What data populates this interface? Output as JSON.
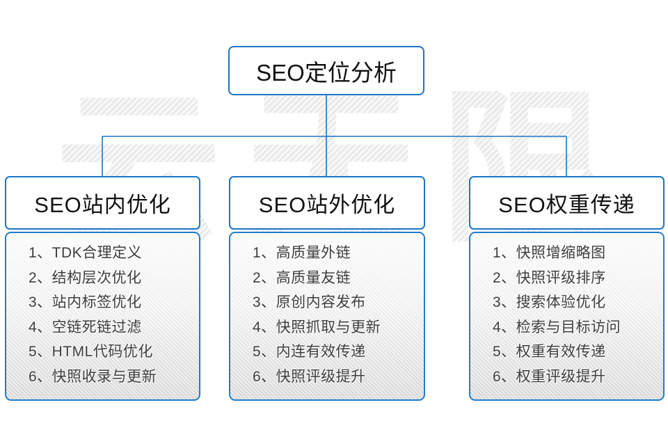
{
  "accent_color": "#1b74c4",
  "watermark_text": "云无限",
  "root": {
    "title": "SEO定位分析"
  },
  "branches": [
    {
      "title": "SEO站内优化",
      "items": [
        "1、TDK合理定义",
        "2、结构层次优化",
        "3、站内标签优化",
        "4、空链死链过滤",
        "5、HTML代码优化",
        "6、快照收录与更新"
      ]
    },
    {
      "title": "SEO站外优化",
      "items": [
        "1、高质量外链",
        "2、高质量友链",
        "3、原创内容发布",
        "4、快照抓取与更新",
        "5、内连有效传递",
        "6、快照评级提升"
      ]
    },
    {
      "title": "SEO权重传递",
      "items": [
        "1、快照增缩略图",
        "2、快照评级排序",
        "3、搜索体验优化",
        "4、检索与目标访问",
        "5、权重有效传递",
        "6、权重评级提升"
      ]
    }
  ]
}
